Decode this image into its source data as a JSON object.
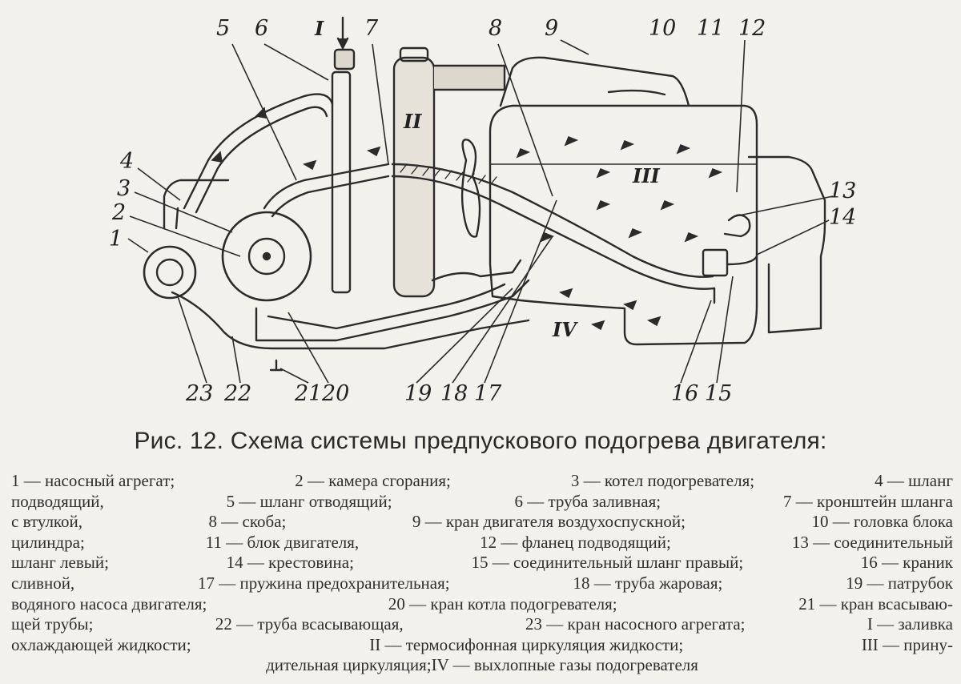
{
  "figure": {
    "labels": {
      "n1": "1",
      "n2": "2",
      "n3": "3",
      "n4": "4",
      "n5": "5",
      "n6": "6",
      "nI": "I",
      "n7": "7",
      "n8": "8",
      "n9": "9",
      "n10": "10",
      "n11": "11",
      "n12": "12",
      "n13": "13",
      "n14": "14",
      "n15": "15",
      "n16": "16",
      "n17": "17",
      "n18": "18",
      "n19": "19",
      "n20": "20",
      "n21": "21",
      "n22": "22",
      "n23": "23",
      "nII": "II",
      "nIII": "III",
      "nIV": "IV"
    }
  },
  "caption": "Рис. 12. Схема системы предпускового подогрева двигателя:",
  "legend": {
    "lines": [
      [
        "1 — насосный агрегат;",
        "2 — камера сгорания;",
        "3 — котел подогревателя;",
        "4 — шланг"
      ],
      [
        "подводящий,",
        "5 — шланг отводящий;",
        "6 — труба заливная;",
        "7 — кронштейн шланга"
      ],
      [
        "с втулкой,",
        "8 — скоба;",
        "9 — кран двигателя воздухоспускной;",
        "10 — головка блока"
      ],
      [
        "цилиндра;",
        "11 — блок двигателя,",
        "12 — фланец подводящий;",
        "13 — соединительный"
      ],
      [
        "шланг левый;",
        "14 — крестовина;",
        "15 — соединительный шланг правый;",
        "16 — краник"
      ],
      [
        "сливной,",
        "17 — пружина предохранительная;",
        "18 — труба жаровая;",
        "19 — патрубок"
      ],
      [
        "водяного насоса двигателя;",
        "20 — кран котла подогревателя;",
        "21 — кран всасываю-"
      ],
      [
        "щей трубы;",
        "22 — труба всасывающая,",
        "23 — кран насосного агрегата;",
        "I — заливка"
      ],
      [
        "охлаждающей жидкости;",
        "II — термосифонная циркуляция жидкости;",
        "III — прину-"
      ],
      [
        "дительная циркуляция;",
        "IV — выхлопные газы подогревателя"
      ]
    ]
  }
}
